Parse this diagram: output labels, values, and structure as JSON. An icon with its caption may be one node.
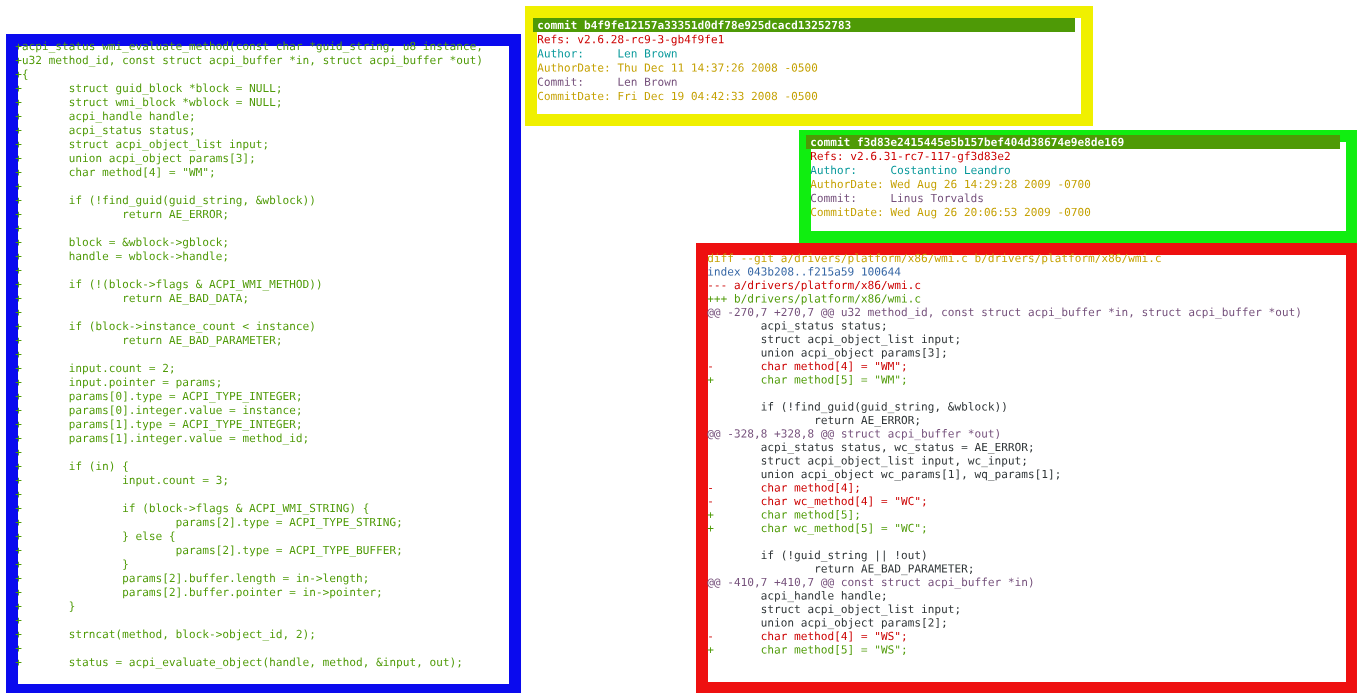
{
  "diagram": {
    "nodes": [
      {
        "text": [
          "+acpi_status wmi_evaluate_method(const char *guid_string, u8 instance,",
          "+u32 method_id, const struct acpi_buffer *in,",
          "struct acpi_buffer *out)",
          "+{",
          "+       struct guid_block *block = NULL;",
          "+       struct wmi_block *wblock = NULL;",
          "+       acpi_handle handle;",
          "+       acpi_status status;",
          "+       struct acpi_object_list input;",
          "+       union acpi_object params[3];",
          "+       char method[4] = \"WM\";",
          "+",
          "+       if (!find_guid(guid_string, &wblock))",
          "+               return AE_ERROR;",
          "+",
          "+       block = &wblock->gblock;",
          "+       handle = wblock->handle;",
          "+",
          "+       if (!(block->flags & ACPI_WMI_METHOD))",
          "+               return AE_BAD_DATA;",
          "+",
          "+       if (block->instance_count < instance)",
          "+               return AE_BAD_PARAMETER;",
          "+",
          "+       input.count = 2;",
          "+       input.pointer = params;",
          "+       params[0].type = ACPI_TYPE_INTEGER;",
          "+       params[0].integer.value = instance;",
          "+       params[1].type = ACPI_TYPE_INTEGER;",
          "+       params[1].integer.value = method_id;",
          "+",
          "+       if (in) {",
          "+               input.count = 3;",
          "+",
          "+               if (block->flags & ACPI_WMI_STRING) {",
          "+                       params[2].type = ACPI_TYPE_STRING;",
          "+               } else {",
          "+                       params[2].type = ACPI_TYPE_BUFFER;",
          "+               }",
          "+               params[2].buffer.length = in->length;",
          "+               params[2].buffer.pointer = in->pointer;",
          "+       }",
          "+",
          "+       strncat(method, block->object_id, 2);",
          "+",
          "+       status = acpi_evaluate_object(handle, method, &input, out);"
        ]
      },
      {
        "text": [
          "commit b4f9fe12157a33351d0df78e925dcacd13252783",
          "Refs: v2.6.28-rc9-3-gb4f9fe1",
          "Author:     Len Brown",
          "AuthorDate: Thu Dec 11 14:37:26 2008 -0500",
          "Commit:     Len Brown",
          "CommitDate: Fri Dec 19 04:42:33 2008 -0500"
        ]
      },
      {
        "text": [
          "commit f3d83e2415445e5b157bef404d38674e9e8de169",
          "Refs: v2.6.31-rc7-117-gf3d83e2",
          "Author:     Costantino Leandro",
          "AuthorDate: Wed Aug 26 14:29:28 2009 -0700",
          "Commit:     Linus Torvalds",
          "CommitDate: Wed Aug 26 20:06:53 2009 -0700"
        ]
      },
      {
        "text": [
          "diff --git a/drivers/platform/x86/wmi.c b/drivers/platform/x86/wmi.c",
          "index 043b208..f215a59 100644",
          "--- a/drivers/platform/x86/wmi.c",
          "+++ b/drivers/platform/x86/wmi.c",
          "@@ -270,7 +270,7 @@ u32 method_id, const struct acpi_buffer *in,",
          "struct acpi_buffer *out)",
          "        acpi_status status;",
          "        struct acpi_object_list input;",
          "        union acpi_object params[3];",
          "-       char method[4] = \"WM\";",
          "+       char method[5] = \"WM\";",
          "        if (!find_guid(guid_string, &wblock))",
          "                return AE_ERROR;",
          "@@ -328,8 +328,8 @@ struct acpi_buffer *out)",
          "        acpi_status status, wc_status = AE_ERROR;",
          "        struct acpi_object_list input, wc_input;",
          "        union acpi_object wc_params[1], wq_params[1];",
          "-       char method[4];",
          "-       char wc_method[4] = \"WC\";",
          "+       char method[5];",
          "+       char wc_method[5] = \"WC\";",
          "        if (!guid_string || !out)",
          "                return AE_BAD_PARAMETER;",
          "@@ -410,7 +410,7 @@ const struct acpi_buffer *in)",
          "        acpi_handle handle;",
          "        struct acpi_object_list input;",
          "        union acpi_object params[2];",
          "-       char method[4] = \"WS\";",
          "+       char method[5] = \"WS\";"
        ]
      }
    ]
  }
}
